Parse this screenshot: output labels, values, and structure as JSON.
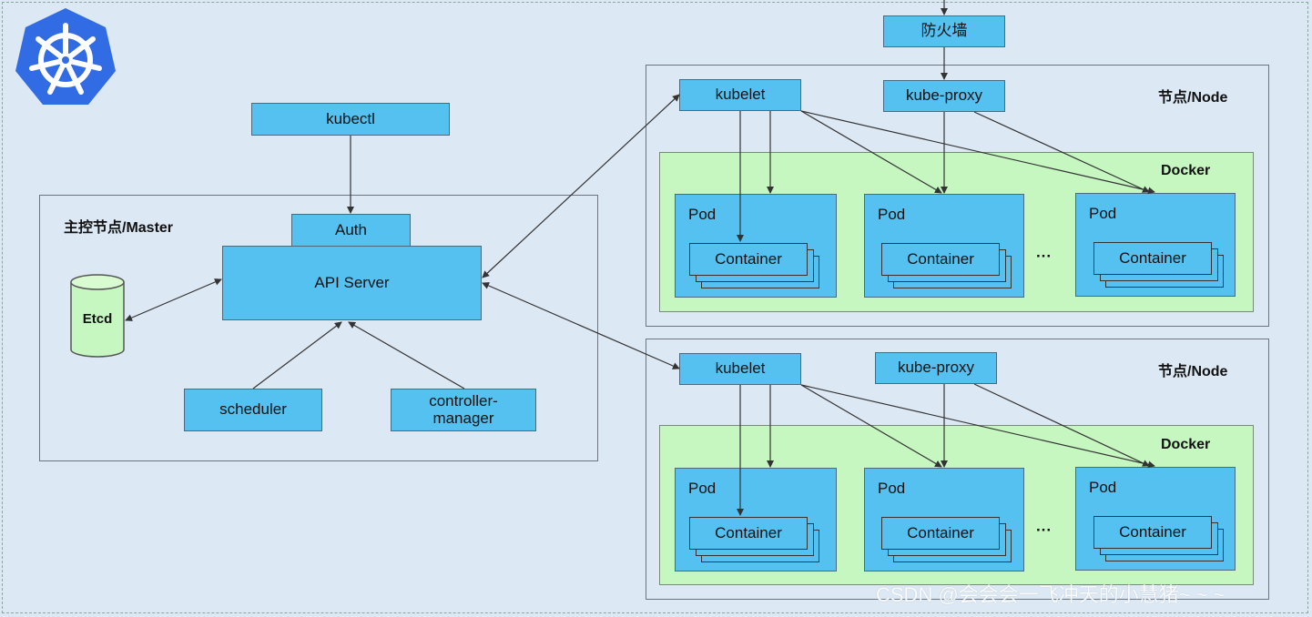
{
  "firewall": "防火墙",
  "master": {
    "label": "主控节点/Master",
    "auth": "Auth",
    "api_server": "API Server",
    "etcd": "Etcd",
    "kubectl": "kubectl",
    "scheduler": "scheduler",
    "controller_manager_line1": "controller-",
    "controller_manager_line2": "manager"
  },
  "nodes": [
    {
      "label": "节点/Node",
      "kubelet": "kubelet",
      "kube_proxy": "kube-proxy",
      "docker": "Docker",
      "pods": [
        {
          "label": "Pod",
          "container": "Container"
        },
        {
          "label": "Pod",
          "container": "Container"
        },
        {
          "label": "Pod",
          "container": "Container"
        }
      ],
      "ellipsis": "···"
    },
    {
      "label": "节点/Node",
      "kubelet": "kubelet",
      "kube_proxy": "kube-proxy",
      "docker": "Docker",
      "pods": [
        {
          "label": "Pod",
          "container": "Container"
        },
        {
          "label": "Pod",
          "container": "Container"
        },
        {
          "label": "Pod",
          "container": "Container"
        }
      ],
      "ellipsis": "···"
    }
  ],
  "watermark": "CSDN @会会会一飞冲天的小慧猪~ ~ ~",
  "logo": {
    "icon": "kubernetes-helm-icon",
    "color": "#326ce5"
  },
  "colors": {
    "component_fill": "#55c1f0",
    "docker_fill": "#c6f7c1",
    "etcd_fill": "#c6f7c1",
    "background": "#dde8f5"
  }
}
